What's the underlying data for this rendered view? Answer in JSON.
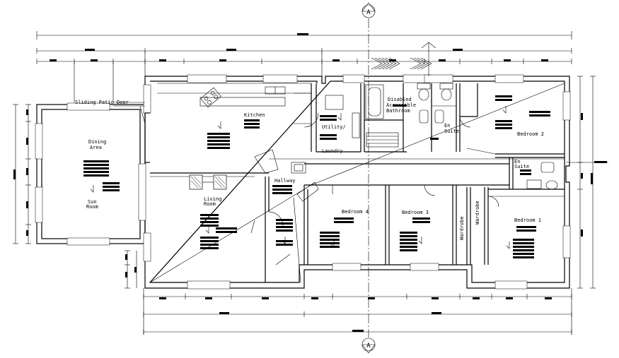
{
  "section_marker": "A",
  "rooms": {
    "sliding_patio_door": "Sliding Patio Door",
    "kitchen": "Kitchen",
    "dining_area_1": "Dining",
    "dining_area_2": "Area",
    "sun_room_1": "Sun",
    "sun_room_2": "Room",
    "living_room_1": "Living",
    "living_room_2": "Room",
    "hallway": "Hallway",
    "utility_1": "Utility/",
    "utility_2": "Laundry",
    "disabled_1": "Disabled",
    "disabled_2": "Accessible",
    "disabled_3": "Bathroom",
    "ensuite_a_1": "En",
    "ensuite_a_2": "Suite",
    "ensuite_b_1": "En",
    "ensuite_b_2": "Suite",
    "bedroom_1": "Bedroom 1",
    "bedroom_2": "Bedroom 2",
    "bedroom_3": "Bedroom 3",
    "bedroom_4": "Bedroom 4",
    "wardrobe_1": "Wardrobe",
    "wardrobe_2": "Wardrobe"
  },
  "colors": {
    "line": "#000000",
    "wall_fill": "#dcdcdc",
    "background": "#ffffff"
  }
}
